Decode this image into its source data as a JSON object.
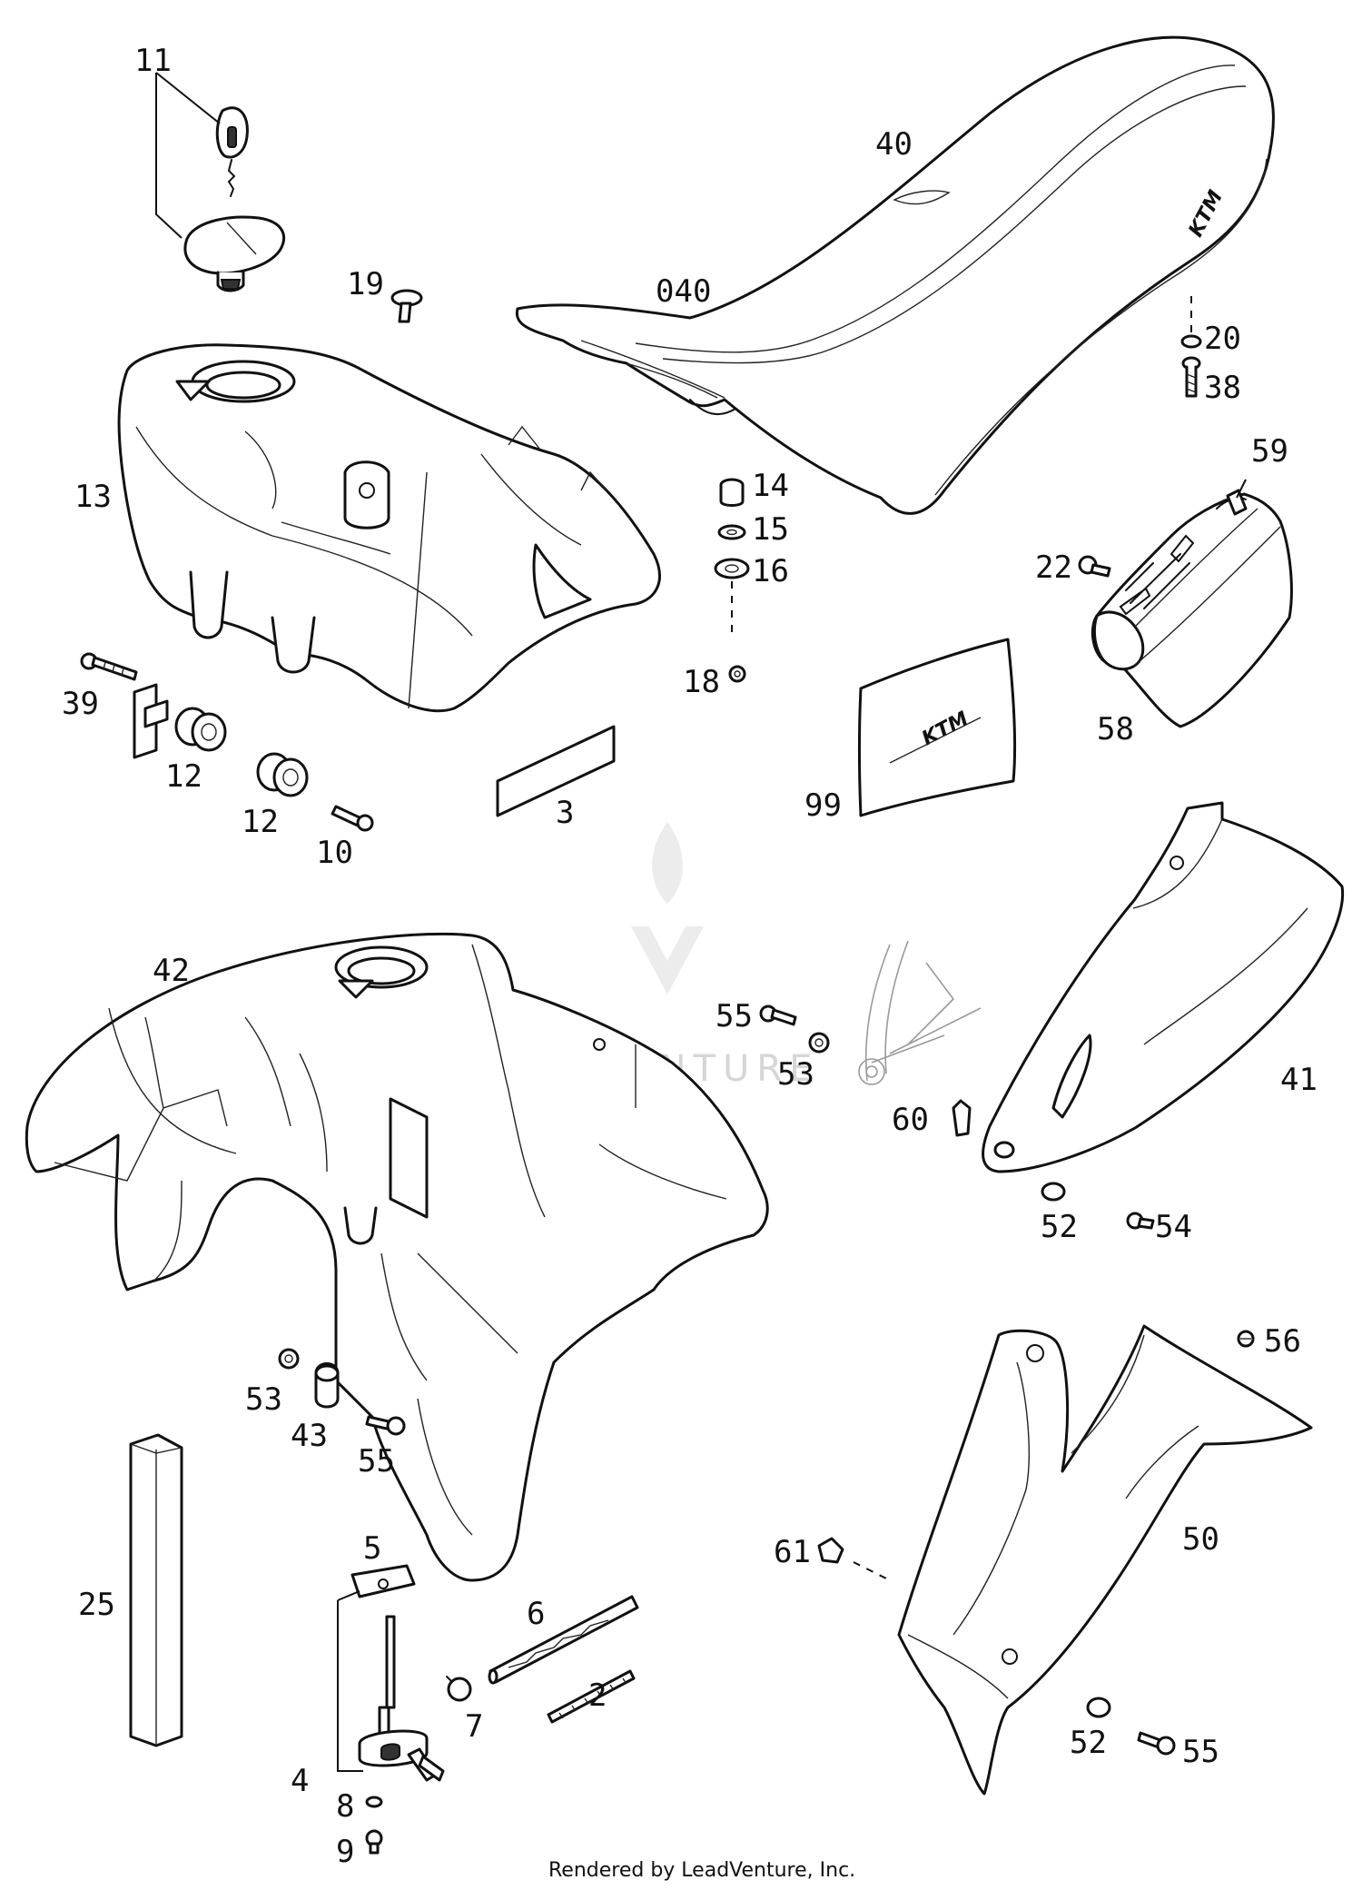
{
  "parts": [
    {
      "id": "p11",
      "text": "11"
    },
    {
      "id": "p19",
      "text": "19"
    },
    {
      "id": "p40",
      "text": "40"
    },
    {
      "id": "p040",
      "text": "040"
    },
    {
      "id": "p20",
      "text": "20"
    },
    {
      "id": "p38",
      "text": "38"
    },
    {
      "id": "p13",
      "text": "13"
    },
    {
      "id": "p14",
      "text": "14"
    },
    {
      "id": "p15",
      "text": "15"
    },
    {
      "id": "p16",
      "text": "16"
    },
    {
      "id": "p59",
      "text": "59"
    },
    {
      "id": "p22",
      "text": "22"
    },
    {
      "id": "p18",
      "text": "18"
    },
    {
      "id": "p39",
      "text": "39"
    },
    {
      "id": "p58",
      "text": "58"
    },
    {
      "id": "p12a",
      "text": "12"
    },
    {
      "id": "p12b",
      "text": "12"
    },
    {
      "id": "p99",
      "text": "99"
    },
    {
      "id": "p3",
      "text": "3"
    },
    {
      "id": "p10",
      "text": "10"
    },
    {
      "id": "p42",
      "text": "42"
    },
    {
      "id": "p55a",
      "text": "55"
    },
    {
      "id": "p53a",
      "text": "53"
    },
    {
      "id": "p41",
      "text": "41"
    },
    {
      "id": "p60",
      "text": "60"
    },
    {
      "id": "p52a",
      "text": "52"
    },
    {
      "id": "p54",
      "text": "54"
    },
    {
      "id": "p56",
      "text": "56"
    },
    {
      "id": "p53b",
      "text": "53"
    },
    {
      "id": "p43",
      "text": "43"
    },
    {
      "id": "p55b",
      "text": "55"
    },
    {
      "id": "p50",
      "text": "50"
    },
    {
      "id": "p25",
      "text": "25"
    },
    {
      "id": "p61",
      "text": "61"
    },
    {
      "id": "p5",
      "text": "5"
    },
    {
      "id": "p6",
      "text": "6"
    },
    {
      "id": "p2",
      "text": "2"
    },
    {
      "id": "p7",
      "text": "7"
    },
    {
      "id": "p52b",
      "text": "52"
    },
    {
      "id": "p55c",
      "text": "55"
    },
    {
      "id": "p4",
      "text": "4"
    },
    {
      "id": "p8",
      "text": "8"
    },
    {
      "id": "p9",
      "text": "9"
    }
  ],
  "seat_logo": "KTM",
  "decal_logo": "KTM",
  "watermark": "LEADVENTURE",
  "credit": "Rendered by LeadVenture, Inc."
}
